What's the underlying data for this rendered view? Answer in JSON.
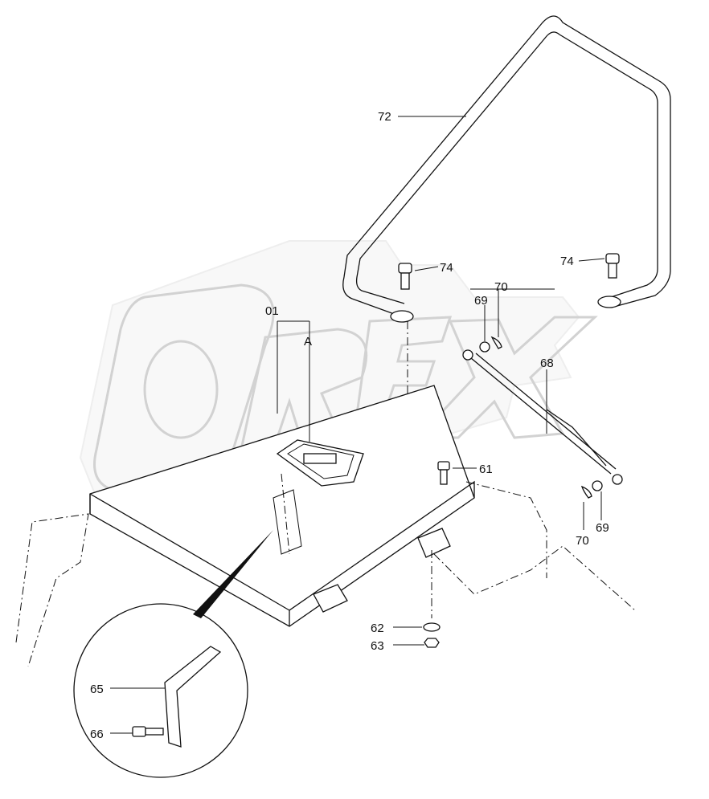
{
  "watermark": "OREX",
  "corner_mark": "",
  "callouts": [
    {
      "id": "72",
      "text": "72"
    },
    {
      "id": "74a",
      "text": "74"
    },
    {
      "id": "74b",
      "text": "74"
    },
    {
      "id": "70a",
      "text": "70"
    },
    {
      "id": "69a",
      "text": "69"
    },
    {
      "id": "01",
      "text": "01"
    },
    {
      "id": "A",
      "text": "A"
    },
    {
      "id": "68",
      "text": "68"
    },
    {
      "id": "61",
      "text": "61"
    },
    {
      "id": "70b",
      "text": "70"
    },
    {
      "id": "69b",
      "text": "69"
    },
    {
      "id": "62",
      "text": "62"
    },
    {
      "id": "63",
      "text": "63"
    },
    {
      "id": "65",
      "text": "65"
    },
    {
      "id": "66",
      "text": "66"
    }
  ],
  "icons": {
    "watermark": "orex-logo-icon",
    "detail": "magnified-detail-circle"
  }
}
